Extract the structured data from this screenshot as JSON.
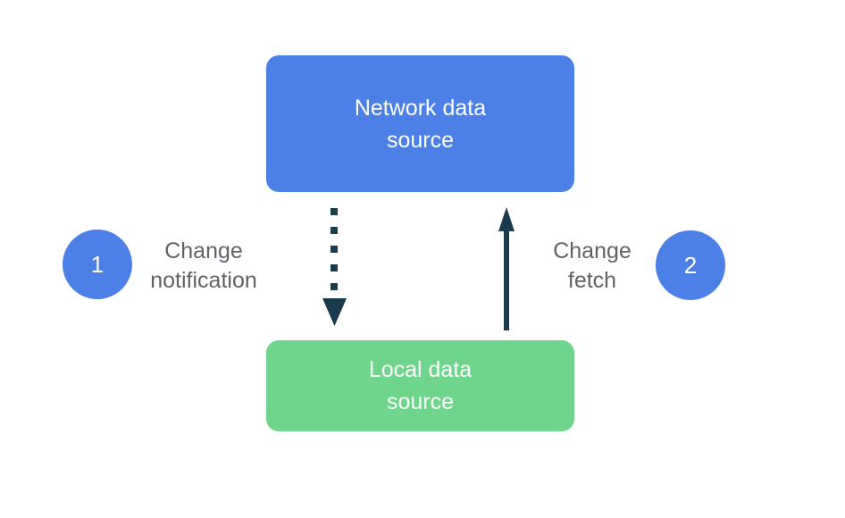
{
  "diagram": {
    "nodes": {
      "network": {
        "lines": [
          "Network data",
          "source"
        ]
      },
      "local": {
        "lines": [
          "Local data",
          "source"
        ]
      }
    },
    "steps": {
      "one": {
        "badge": "1",
        "lines": [
          "Change",
          "notification"
        ]
      },
      "two": {
        "badge": "2",
        "lines": [
          "Change",
          "fetch"
        ]
      }
    },
    "arrows": {
      "change_notification": {
        "style": "dotted",
        "direction": "down"
      },
      "change_fetch": {
        "style": "solid",
        "direction": "up"
      }
    }
  },
  "colors": {
    "background": "#ffffff",
    "node_blue": "#4d80e6",
    "node_green": "#6fd58c",
    "node_text": "#ffffff",
    "badge": "#4d80e6",
    "badge_text": "#ffffff",
    "arrow": "#1b3a4e",
    "label_text": "#5f6368"
  }
}
